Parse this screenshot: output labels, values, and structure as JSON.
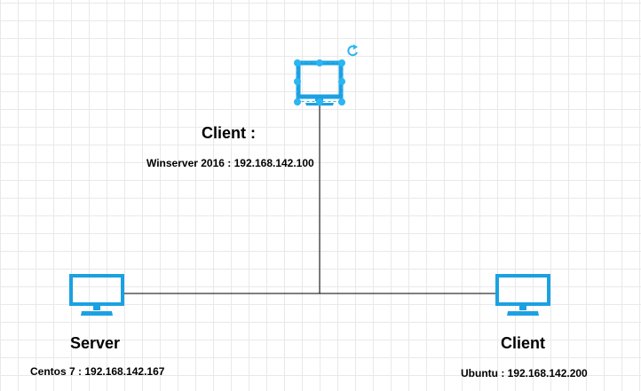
{
  "nodes": {
    "client_top": {
      "title": "Client :",
      "detail": "Winserver 2016 : 192.168.142.100",
      "icon": "monitor-icon"
    },
    "server": {
      "title": "Server",
      "detail": "Centos 7 : 192.168.142.167",
      "icon": "monitor-icon"
    },
    "client_right": {
      "title": "Client",
      "detail": "Ubuntu : 192.168.142.200",
      "icon": "monitor-icon"
    }
  },
  "colors": {
    "monitor": "#1ba1e2",
    "selection": "#29b6f2",
    "edge": "#000000",
    "grid": "#e9e9e9"
  }
}
